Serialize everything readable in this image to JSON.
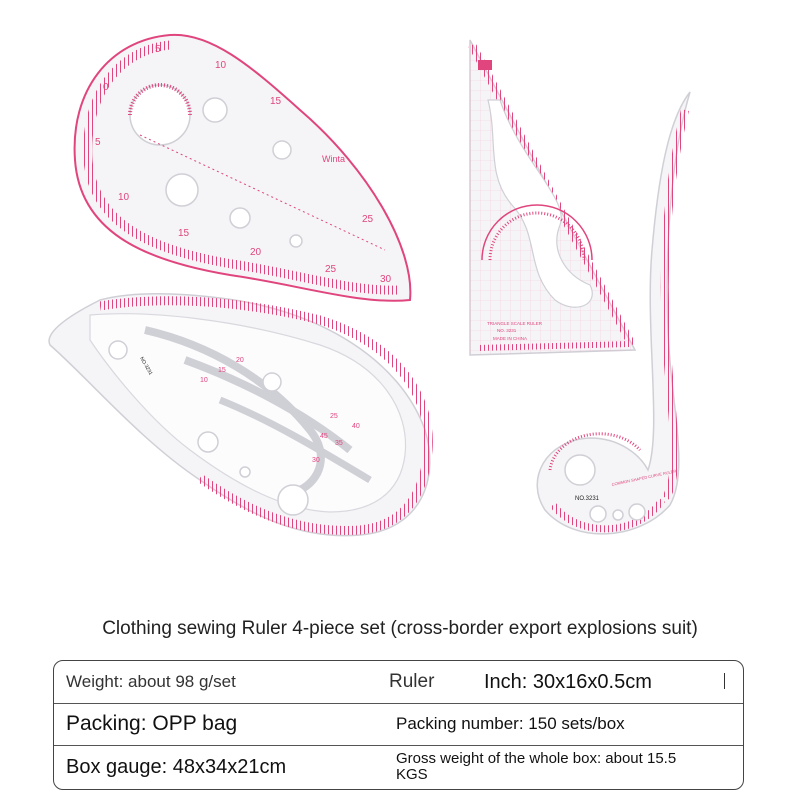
{
  "rulers": {
    "hip_curve": {
      "numbers": [
        "0",
        "5",
        "10",
        "15",
        "20",
        "25",
        "30",
        "5",
        "10",
        "15",
        "25"
      ],
      "brand": "Winta"
    },
    "triangle": {
      "title": "TRIANGLE SCALE RULER",
      "model": "NO. 3231",
      "origin": "MADE IN CHINA"
    },
    "french_curve": {
      "model": "NO.3231",
      "name": "COMMON SHAPED CURVE RULER"
    },
    "egg_curve": {
      "model": "NO.3231",
      "numbers": [
        "10",
        "15",
        "20",
        "25",
        "30",
        "35",
        "40",
        "45"
      ]
    },
    "colors": {
      "pink": "#e0457e",
      "light_pink": "#f2a6c4",
      "plastic": "#f4f4f6",
      "edge": "#cfcfd6"
    }
  },
  "caption": "Clothing sewing Ruler 4-piece set (cross-border export explosions suit)",
  "specs": {
    "weight": "Weight: about 98 g/set",
    "ruler": "Ruler",
    "inch": "Inch: 30x16x0.5cm",
    "packing": "Packing: OPP bag",
    "packing_number": "Packing number: 150 sets/box",
    "box_gauge": "Box gauge: 48x34x21cm",
    "gross_weight": "Gross weight of the whole box: about 15.5 KGS"
  }
}
